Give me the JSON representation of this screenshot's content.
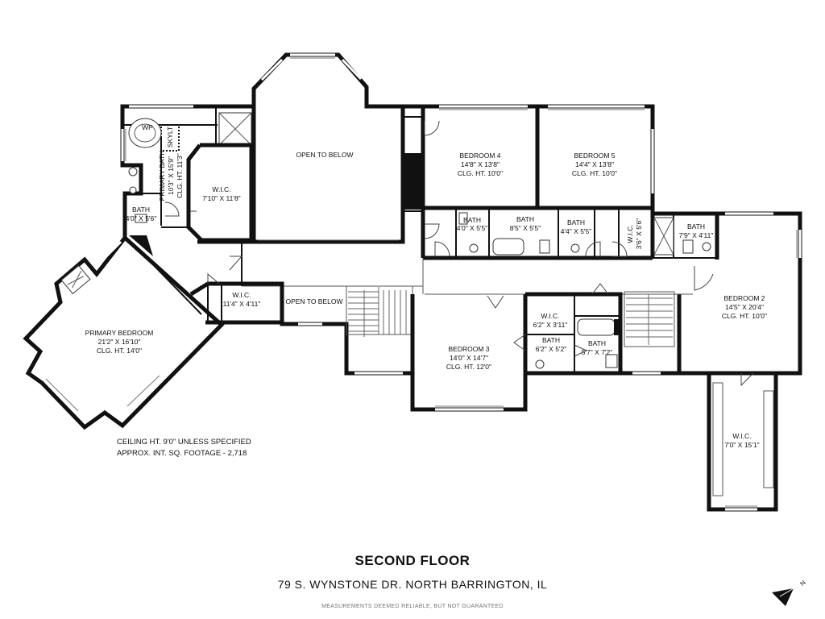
{
  "floor": {
    "title": "SECOND FLOOR",
    "address": "79 S. WYNSTONE DR. NORTH BARRINGTON, IL",
    "disclaimer": "MEASUREMENTS DEEMED RELIABLE, BUT NOT GUARANTEED",
    "ceiling_note": "CEILING HT. 9'0\" UNLESS SPECIFIED",
    "sqft_note": "APPROX. INT. SQ. FOOTAGE - 2,718",
    "north_label": "N",
    "fixture_wp": "WP",
    "fixture_skylt": "SKYLT"
  },
  "rooms": {
    "primary_bedroom": {
      "name": "PRIMARY BEDROOM",
      "dims": "21'2\" X 16'10\"",
      "clg": "CLG. HT. 14'0\""
    },
    "primary_bath": {
      "name": "PRIMARY BATH",
      "dims": "10'3\" X 15'9\"",
      "clg": "CLG. HT. 11'3\""
    },
    "wic_primary": {
      "name": "W.I.C.",
      "dims": "7'10\" X 11'8\""
    },
    "bath_small": {
      "name": "BATH",
      "dims": "4'0\" X 5'6\""
    },
    "wic_hall": {
      "name": "W.I.C.",
      "dims": "11'4\" X 4'11\""
    },
    "open_below_1": {
      "name": "OPEN TO BELOW"
    },
    "open_below_2": {
      "name": "OPEN TO BELOW"
    },
    "bedroom4": {
      "name": "BEDROOM 4",
      "dims": "14'8\" X 13'8\"",
      "clg": "CLG. HT. 10'0\""
    },
    "bedroom5": {
      "name": "BEDROOM 5",
      "dims": "14'4\" X 13'8\"",
      "clg": "CLG. HT. 10'0\""
    },
    "bath_a": {
      "name": "BATH",
      "dims": "4'0\" X 5'5\""
    },
    "bath_b": {
      "name": "BATH",
      "dims": "8'5\" X 5'5\""
    },
    "bath_c": {
      "name": "BATH",
      "dims": "4'4\" X 5'5\""
    },
    "wic_small": {
      "name": "W.I.C.",
      "dims": "3'6\" X 5'6\""
    },
    "bath_d": {
      "name": "BATH",
      "dims": "7'9\" X 4'11\""
    },
    "bedroom2": {
      "name": "BEDROOM 2",
      "dims": "14'5\" X 20'4\"",
      "clg": "CLG. HT. 10'0\""
    },
    "bedroom3": {
      "name": "BEDROOM 3",
      "dims": "14'0\" X 14'7\"",
      "clg": "CLG. HT. 12'0\""
    },
    "wic_b3": {
      "name": "W.I.C.",
      "dims": "6'2\" X 3'11\""
    },
    "bath_e": {
      "name": "BATH",
      "dims": "6'2\" X 5'2\""
    },
    "bath_f": {
      "name": "BATH",
      "dims": "5'7\" X 7'2\""
    },
    "wic_b2": {
      "name": "W.I.C.",
      "dims": "7'0\" X 15'1\""
    }
  }
}
